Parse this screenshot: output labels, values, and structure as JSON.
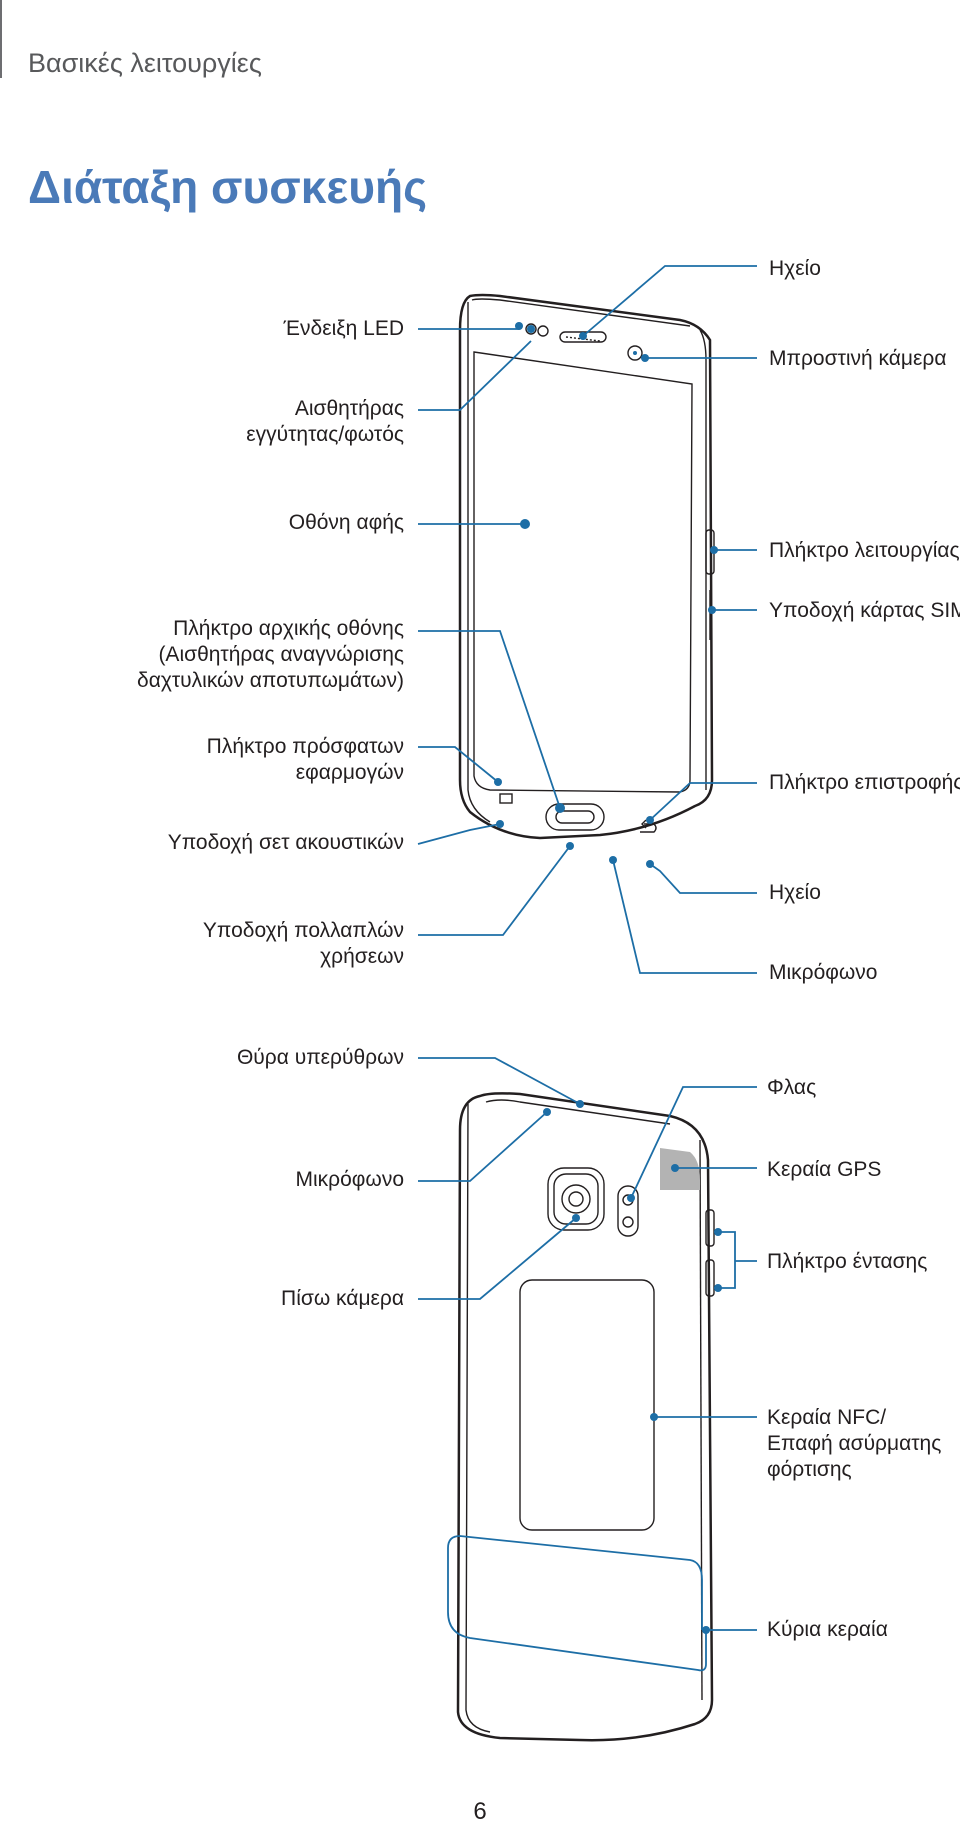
{
  "header": {
    "section": "Βασικές λειτουργίες"
  },
  "title": "Διάταξη συσκευής",
  "front_labels": {
    "led": "Ένδειξη LED",
    "proximity_1": "Αισθητήρας",
    "proximity_2": "εγγύτητας/φωτός",
    "touchscreen": "Οθόνη αφής",
    "home_1": "Πλήκτρο αρχικής οθόνης",
    "home_2": "(Αισθητήρας αναγνώρισης",
    "home_3": "δαχτυλικών αποτυπωμάτων)",
    "recents_1": "Πλήκτρο πρόσφατων",
    "recents_2": "εφαρμογών",
    "headset": "Υποδοχή σετ ακουστικών",
    "multipurpose_1": "Υποδοχή πολλαπλών",
    "multipurpose_2": "χρήσεων",
    "earpiece": "Ηχείο",
    "front_camera": "Μπροστινή κάμερα",
    "power": "Πλήκτρο λειτουργίας",
    "sim": "Υποδοχή κάρτας SIM",
    "back_key": "Πλήκτρο επιστροφής",
    "speaker": "Ηχείο",
    "microphone": "Μικρόφωνο"
  },
  "back_labels": {
    "ir": "Θύρα υπερύθρων",
    "microphone": "Μικρόφωνο",
    "rear_camera": "Πίσω κάμερα",
    "flash": "Φλας",
    "gps": "Κεραία GPS",
    "volume": "Πλήκτρο έντασης",
    "nfc_1": "Κεραία NFC/",
    "nfc_2": "Επαφή ασύρματης",
    "nfc_3": "φόρτισης",
    "main_antenna": "Κύρια κεραία"
  },
  "page_number": "6",
  "colors": {
    "accent": "#4a7ab8",
    "leader": "#1d6ea6",
    "text": "#231f20",
    "header": "#58595b"
  }
}
